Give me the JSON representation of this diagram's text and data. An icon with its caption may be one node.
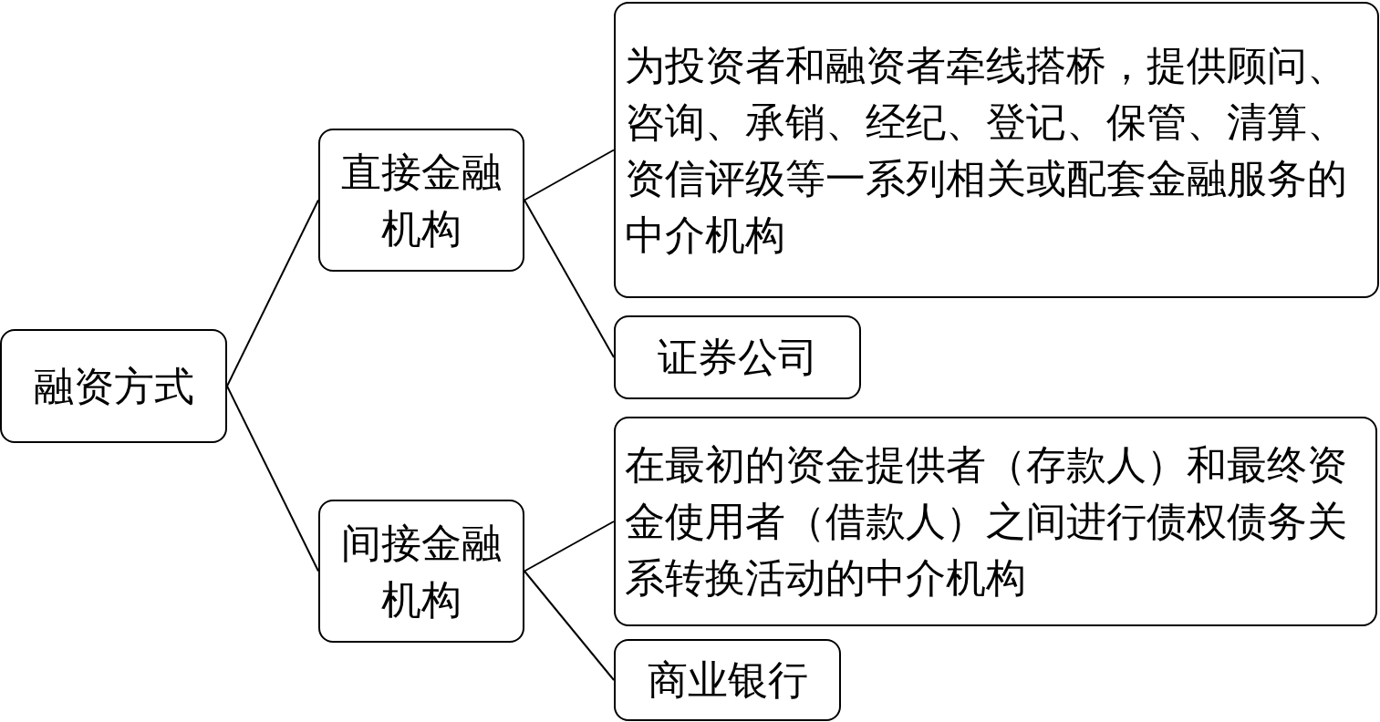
{
  "diagram": {
    "nodes": [
      {
        "text": [
          "融资方式"
        ]
      },
      {
        "text": [
          "直接金融机构"
        ]
      },
      {
        "text": [
          "为投资者和融资者牵线搭桥，提供顾问、咨询、承销、经纪、登记、保管、清算、资信评级等一系列相关或配套金融服务的中介机构"
        ]
      },
      {
        "text": [
          "证券公司"
        ]
      },
      {
        "text": [
          "间接金融机构"
        ]
      },
      {
        "text": [
          "在最初的资金提供者（存款人）和最终资金使用者（借款人）之间进行债权债务关系转换活动的中介机构"
        ]
      },
      {
        "text": [
          "商业银行"
        ]
      }
    ],
    "edges": [
      {
        "from": 0,
        "to": 1,
        "arrow": "none"
      },
      {
        "from": 0,
        "to": 4,
        "arrow": "none"
      },
      {
        "from": 1,
        "to": 2,
        "arrow": "none"
      },
      {
        "from": 1,
        "to": 3,
        "arrow": "none"
      },
      {
        "from": 4,
        "to": 5,
        "arrow": "none"
      },
      {
        "from": 4,
        "to": 6,
        "arrow": "none"
      }
    ]
  }
}
